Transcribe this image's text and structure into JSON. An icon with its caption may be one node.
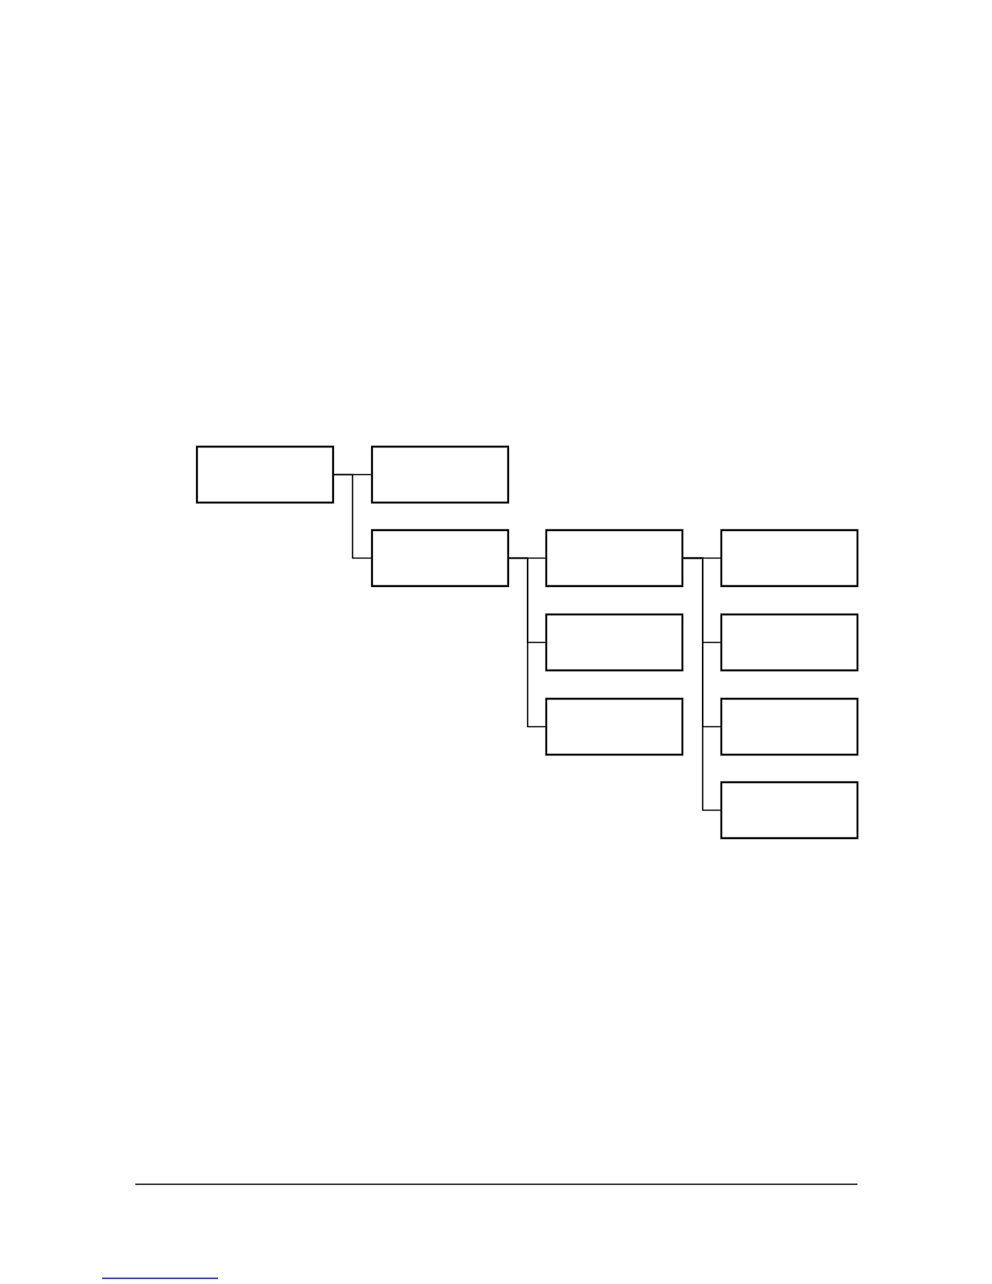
{
  "diagram": {
    "nodes": [
      {
        "text": [],
        "shape": "box"
      },
      {
        "text": [],
        "shape": "box"
      },
      {
        "text": [],
        "shape": "box"
      },
      {
        "text": [],
        "shape": "box"
      },
      {
        "text": [],
        "shape": "box"
      },
      {
        "text": [],
        "shape": "box"
      },
      {
        "text": [],
        "shape": "box"
      },
      {
        "text": [],
        "shape": "box"
      },
      {
        "text": [],
        "shape": "box"
      },
      {
        "text": [],
        "shape": "box"
      }
    ],
    "edges": [
      {
        "from": 0,
        "to": 1,
        "arrow": "none"
      },
      {
        "from": 0,
        "to": 2,
        "arrow": "none"
      },
      {
        "from": 2,
        "to": 3,
        "arrow": "none"
      },
      {
        "from": 2,
        "to": 4,
        "arrow": "none"
      },
      {
        "from": 2,
        "to": 5,
        "arrow": "none"
      },
      {
        "from": 3,
        "to": 6,
        "arrow": "none"
      },
      {
        "from": 3,
        "to": 7,
        "arrow": "none"
      },
      {
        "from": 3,
        "to": 8,
        "arrow": "none"
      },
      {
        "from": 3,
        "to": 9,
        "arrow": "none"
      }
    ]
  }
}
